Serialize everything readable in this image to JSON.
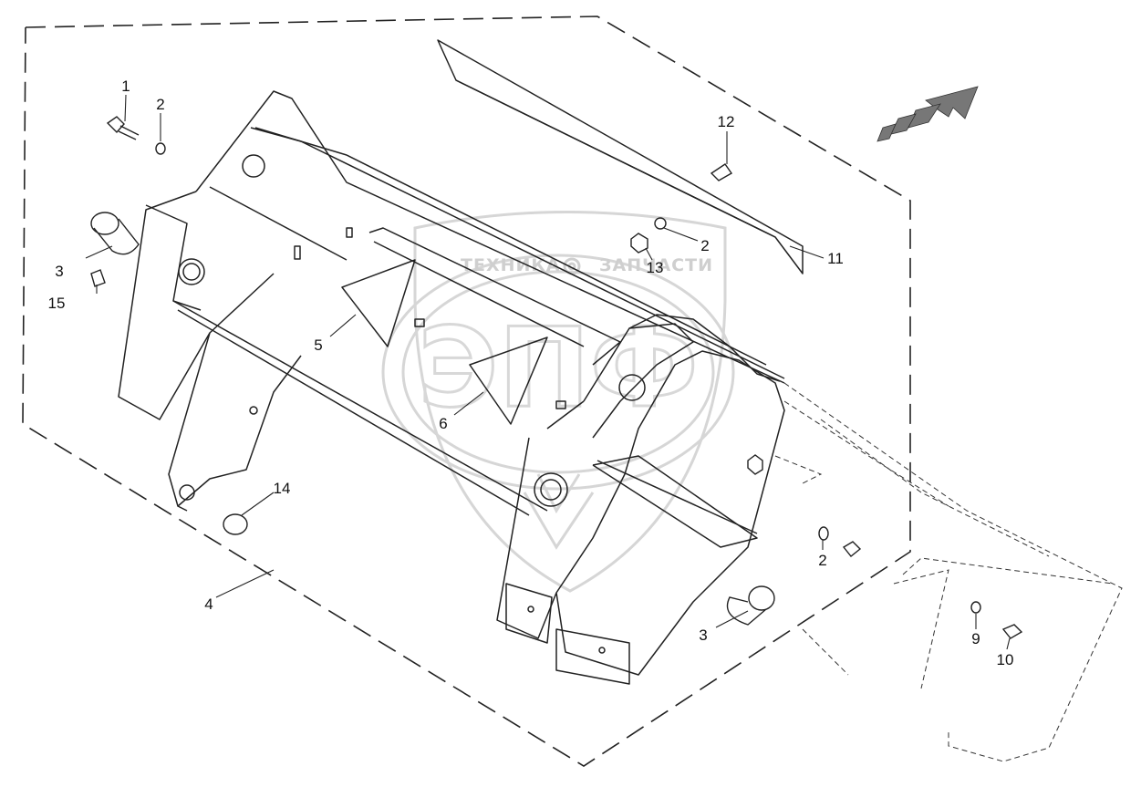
{
  "watermark": {
    "line_left": "ТЕХНИКА",
    "line_right": "ЗАПЧАСТИ",
    "logo": "ЭПФ"
  },
  "callouts": [
    {
      "id": "c1",
      "label": "1"
    },
    {
      "id": "c2a",
      "label": "2"
    },
    {
      "id": "c3a",
      "label": "3"
    },
    {
      "id": "c15",
      "label": "15"
    },
    {
      "id": "c12",
      "label": "12"
    },
    {
      "id": "c2b",
      "label": "2"
    },
    {
      "id": "c13",
      "label": "13"
    },
    {
      "id": "c11",
      "label": "11"
    },
    {
      "id": "c5",
      "label": "5"
    },
    {
      "id": "c6",
      "label": "6"
    },
    {
      "id": "c14",
      "label": "14"
    },
    {
      "id": "c4",
      "label": "4"
    },
    {
      "id": "c2c",
      "label": "2"
    },
    {
      "id": "c3b",
      "label": "3"
    },
    {
      "id": "c9",
      "label": "9"
    },
    {
      "id": "c10",
      "label": "10"
    }
  ],
  "colors": {
    "line": "#222222",
    "watermark": "#d4d4d4",
    "arrow": "#666666"
  }
}
